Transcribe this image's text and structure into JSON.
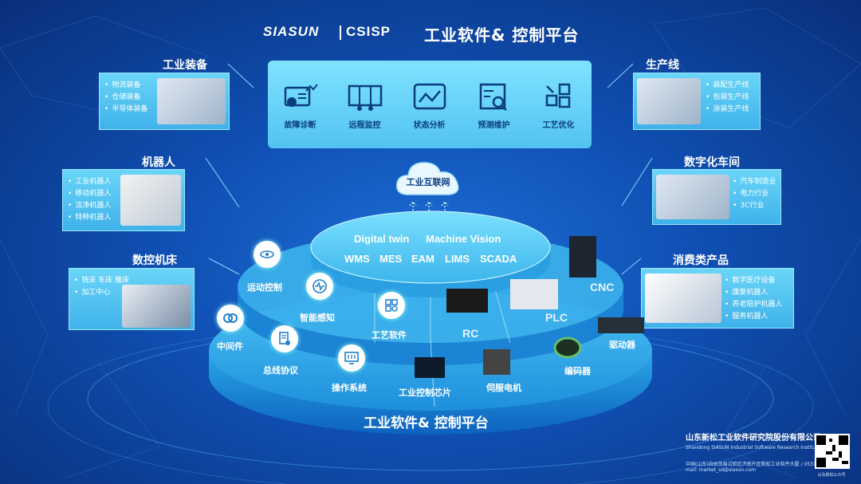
{
  "header": {
    "logo_siasun": "SIASUN",
    "logo_csisp": "CSISP",
    "title": "工业软件& 控制平台"
  },
  "monitor": [
    {
      "label": "故障诊断",
      "icon": "fault-diagnosis-icon"
    },
    {
      "label": "远程监控",
      "icon": "remote-monitor-icon"
    },
    {
      "label": "状态分析",
      "icon": "status-analysis-icon"
    },
    {
      "label": "预测维护",
      "icon": "predictive-maintenance-icon"
    },
    {
      "label": "工艺优化",
      "icon": "process-optimize-icon"
    }
  ],
  "cards": {
    "equipment": {
      "title": "工业装备",
      "items": [
        "物流装备",
        "仓储装备",
        "半导体装备"
      ]
    },
    "robot": {
      "title": "机器人",
      "items": [
        "工业机器人",
        "移动机器人",
        "洁净机器人",
        "特种机器人"
      ]
    },
    "cnc": {
      "title": "数控机床",
      "items": [
        "铣床  车床  雕床",
        "加工中心"
      ]
    },
    "line": {
      "title": "生产线",
      "items": [
        "装配生产线",
        "包装生产线",
        "涂装生产线"
      ]
    },
    "workshop": {
      "title": "数字化车间",
      "items": [
        "汽车制造业",
        "电力行业",
        "3C行业"
      ]
    },
    "consumer": {
      "title": "消费类产品",
      "items": [
        "数字医疗设备",
        "康复机器人",
        "养老陪护机器人",
        "服务机器人"
      ]
    }
  },
  "cloud": {
    "label": "工业互联网"
  },
  "platform": {
    "top_row1_a": "Digital twin",
    "top_row1_b": "Machine Vision",
    "top_row2": [
      "WMS",
      "MES",
      "EAM",
      "LIMS",
      "SCADA"
    ],
    "software": [
      {
        "label": "运动控制",
        "icon": "motion-control-icon"
      },
      {
        "label": "智能感知",
        "icon": "smart-sensing-icon"
      },
      {
        "label": "工艺软件",
        "icon": "process-software-icon"
      },
      {
        "label": "中间件",
        "icon": "middleware-icon"
      },
      {
        "label": "总线协议",
        "icon": "bus-protocol-icon"
      },
      {
        "label": "操作系统",
        "icon": "operating-system-icon"
      }
    ],
    "hardware_labels": {
      "rc": "RC",
      "plc": "PLC",
      "cnc": "CNC"
    },
    "hardware_items": {
      "chip": "工业控制芯片",
      "servo": "伺服电机",
      "encoder": "编码器",
      "driver": "驱动器"
    },
    "bottom_title": "工业软件& 控制平台"
  },
  "footer": {
    "company": "山东新松工业软件研究院股份有限公司",
    "company_en": "Shandong SIASUN Industrial Software Research Institute Co.,Ltd.",
    "contact": "中国(山东)自由贸易试验区济南片区新松工业软件大厦 / 0531-5580 8171  E-mail: market_sd@siasun.com",
    "qr_caption": "山东新松公众号"
  },
  "colors": {
    "bg": "#0f4fb2",
    "accent": "#52c3f2",
    "panel_text": "#0a3c80"
  }
}
